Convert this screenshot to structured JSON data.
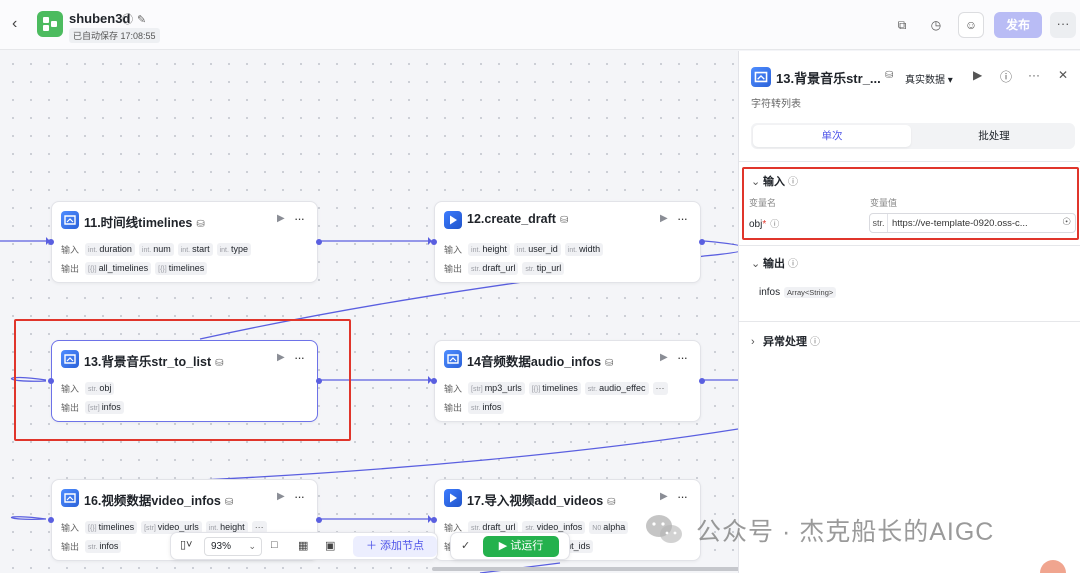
{
  "header": {
    "app_name": "shuben3d",
    "autosave": "已自动保存 17:08:55",
    "publish_label": "发布",
    "more_label": "···"
  },
  "nodes": [
    {
      "title": "11.时间线timelines",
      "inputs_label": "输入",
      "outputs_label": "输出",
      "inputs": [
        {
          "type": "int.",
          "name": "duration"
        },
        {
          "type": "int.",
          "name": "num"
        },
        {
          "type": "int.",
          "name": "start"
        },
        {
          "type": "int.",
          "name": "type"
        }
      ],
      "outputs": [
        {
          "type": "[{}]",
          "name": "all_timelines"
        },
        {
          "type": "[{}]",
          "name": "timelines"
        }
      ]
    },
    {
      "title": "12.create_draft",
      "inputs_label": "输入",
      "outputs_label": "输出",
      "inputs": [
        {
          "type": "int.",
          "name": "height"
        },
        {
          "type": "int.",
          "name": "user_id"
        },
        {
          "type": "int.",
          "name": "width"
        }
      ],
      "outputs": [
        {
          "type": "str.",
          "name": "draft_url"
        },
        {
          "type": "str.",
          "name": "tip_url"
        }
      ]
    },
    {
      "title": "13.背景音乐str_to_list",
      "inputs_label": "输入",
      "outputs_label": "输出",
      "inputs": [
        {
          "type": "str.",
          "name": "obj"
        }
      ],
      "outputs": [
        {
          "type": "[str]",
          "name": "infos"
        }
      ]
    },
    {
      "title": "14音频数据audio_infos",
      "inputs_label": "输入",
      "outputs_label": "输出",
      "inputs": [
        {
          "type": "[str]",
          "name": "mp3_urls"
        },
        {
          "type": "[{}]",
          "name": "timelines"
        },
        {
          "type": "str.",
          "name": "audio_effec"
        }
      ],
      "outputs": [
        {
          "type": "str.",
          "name": "infos"
        }
      ]
    },
    {
      "title": "16.视频数据video_infos",
      "inputs_label": "输入",
      "outputs_label": "输出",
      "inputs": [
        {
          "type": "[{}]",
          "name": "timelines"
        },
        {
          "type": "[str]",
          "name": "video_urls"
        },
        {
          "type": "int.",
          "name": "height"
        }
      ],
      "outputs": [
        {
          "type": "str.",
          "name": "infos"
        }
      ]
    },
    {
      "title": "17.导入视频add_videos",
      "inputs_label": "输入",
      "outputs_label": "输出",
      "inputs": [
        {
          "type": "str.",
          "name": "draft_url"
        },
        {
          "type": "str.",
          "name": "video_infos"
        },
        {
          "type": "N0",
          "name": "alpha"
        }
      ],
      "outputs": [
        {
          "type": "str.",
          "name": "draft_url"
        },
        {
          "type": "[str]",
          "name": "segment_ids"
        }
      ]
    }
  ],
  "toolbar": {
    "zoom": "93%",
    "add_node_label": "添加节点",
    "run_label": "试运行"
  },
  "panel": {
    "title": "13.背景音乐str_...",
    "data_mode": "真实数据",
    "subtitle": "字符转列表",
    "tab_single": "单次",
    "tab_batch": "批处理",
    "input_section": "输入",
    "col_var_name": "变量名",
    "col_var_value": "变量值",
    "var_name": "obj",
    "var_required": "*",
    "var_type": "str.",
    "var_value": "https://ve-template-0920.oss-c...",
    "output_section": "输出",
    "output_name": "infos",
    "output_type": "Array<String>",
    "exception_section": "异常处理"
  },
  "watermark": {
    "text": "公众号 · 杰克船长的AIGC"
  },
  "colors": {
    "accent": "#4d53e8",
    "wire": "#5a5fe0",
    "highlight": "#e0352b",
    "run": "#24b14d"
  }
}
